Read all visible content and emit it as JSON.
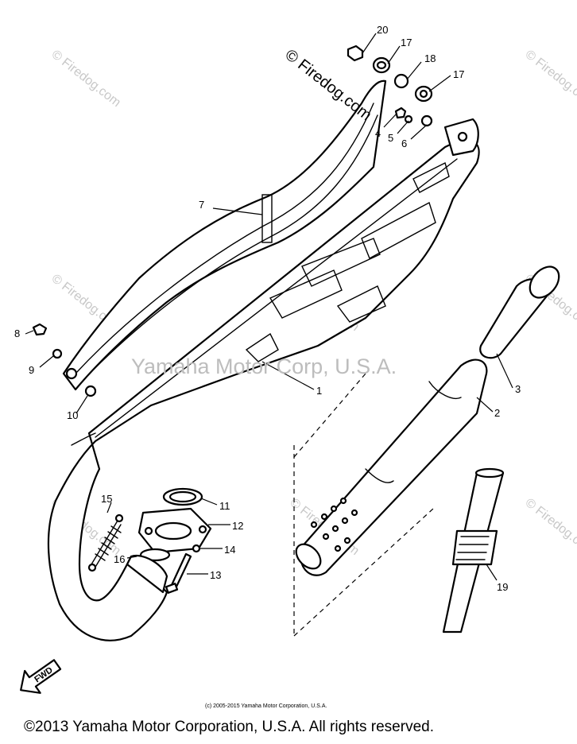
{
  "watermark_center": "Yamaha Motor Corp, U.S.A.",
  "firedog_top": "© Firedog.com",
  "firedog_repeat": "© Firedog.com",
  "fwd_label": "FWD",
  "small_copyright": "(c) 2005-2015 Yamaha Motor Corporation, U.S.A.",
  "footer_copyright": "©2013 Yamaha Motor Corporation, U.S.A. All rights reserved.",
  "callouts": [
    "1",
    "2",
    "3",
    "4",
    "5",
    "6",
    "7",
    "8",
    "9",
    "10",
    "11",
    "12",
    "13",
    "14",
    "15",
    "16",
    "17",
    "17",
    "18",
    "19",
    "20"
  ]
}
